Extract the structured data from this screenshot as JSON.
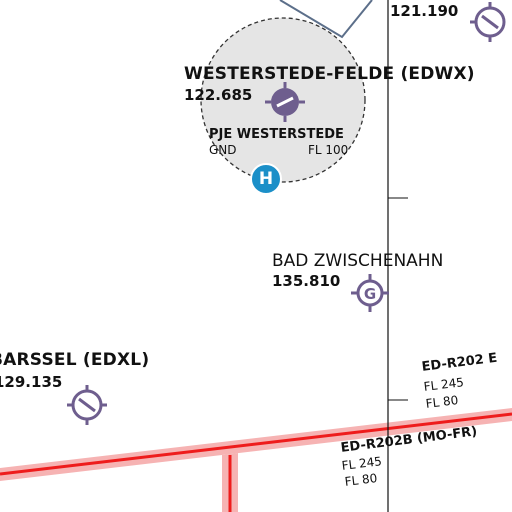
{
  "map": {
    "airports": [
      {
        "name": "WESTERSTEDE-FELDE (EDWX)",
        "frequency": "122.685"
      },
      {
        "name": "BARSSEL (EDXL)",
        "frequency": "129.135"
      }
    ],
    "top_frequency": "121.190",
    "parachute_zone": {
      "label": "PJE WESTERSTEDE",
      "lower": "GND",
      "upper": "FL 100"
    },
    "heliport_symbol": "H",
    "vor": {
      "name": "BAD ZWISCHENAHN",
      "frequency": "135.810",
      "symbol": "G"
    },
    "restricted_areas": [
      {
        "name": "ED-R202 E",
        "upper": "FL 245",
        "lower": "FL 80"
      },
      {
        "name": "ED-R202B (MO-FR)",
        "upper": "FL 245",
        "lower": "FL 80"
      }
    ],
    "colors": {
      "restricted_line": "#ee1c1c",
      "restricted_band": "#f6b3b3",
      "symbol": "#6e5e8e",
      "atz_fill": "#e5e5e5",
      "heliport": "#1b8fc8"
    }
  }
}
